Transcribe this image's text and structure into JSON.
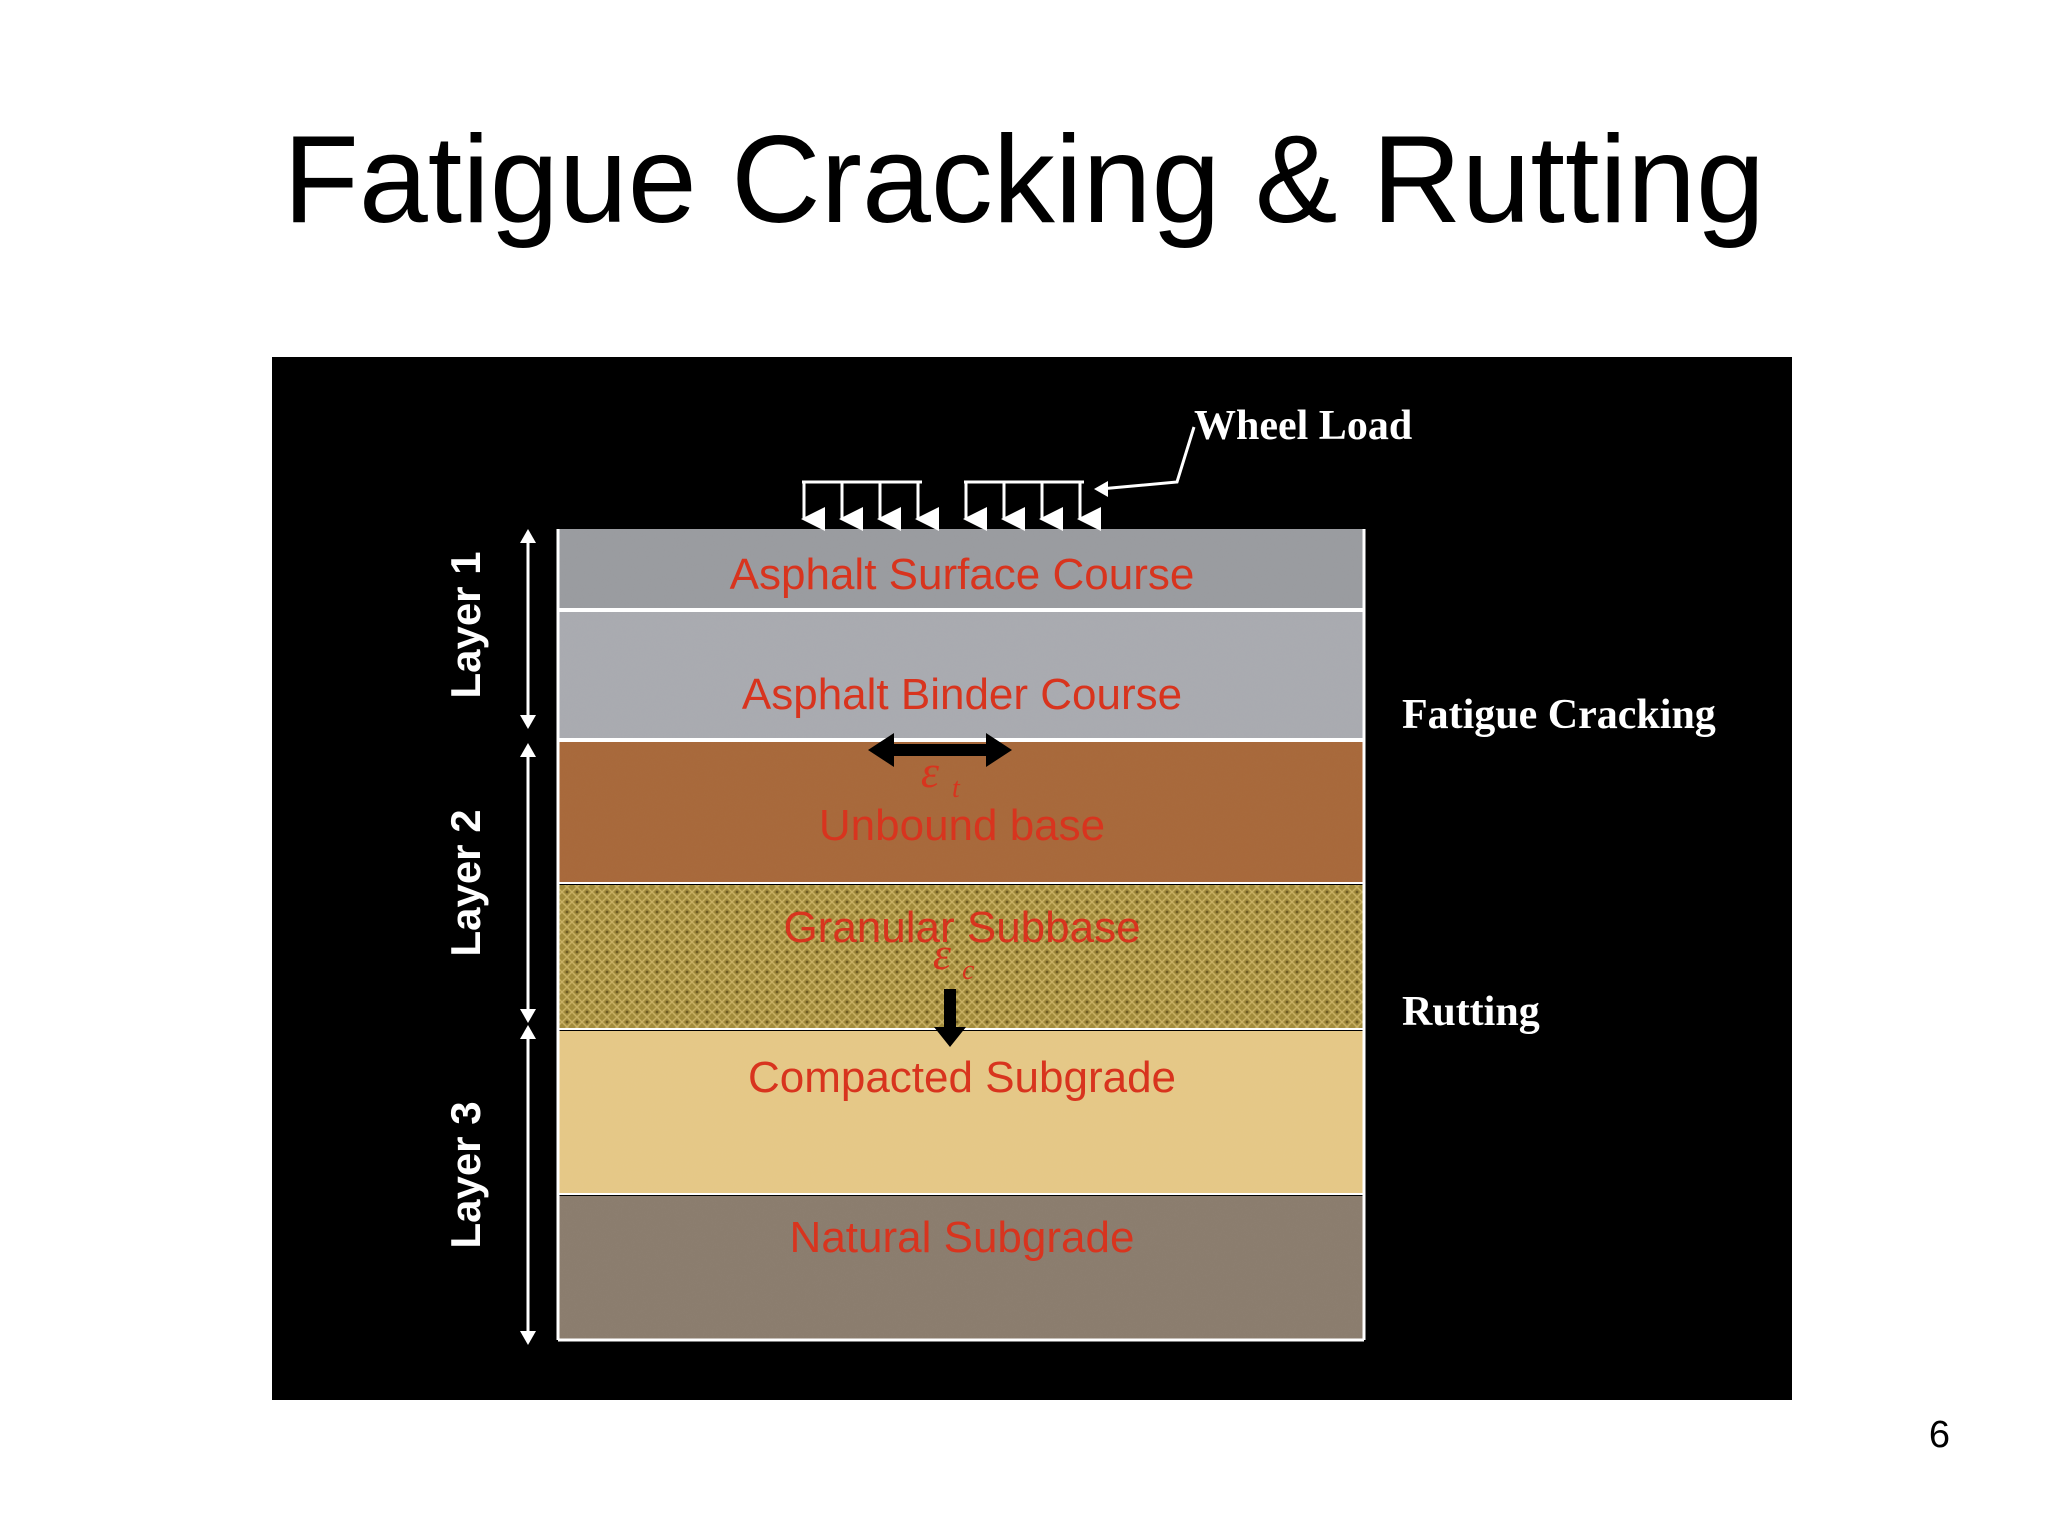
{
  "slide": {
    "title": "Fatigue Cracking & Rutting",
    "page_number": "6"
  },
  "diagram": {
    "wheel_load_label": "Wheel Load",
    "fatigue_label": "Fatigue Cracking",
    "rutting_label": "Rutting",
    "layer_labels": [
      "Layer 1",
      "Layer 2",
      "Layer 3"
    ],
    "strain_symbol": "ε",
    "strain_subscript_tensile": "t",
    "strain_subscript_compressive": "c",
    "strata": [
      {
        "label": "Asphalt Surface Course",
        "color": "#9a9ca0"
      },
      {
        "label": "Asphalt Binder Course",
        "color": "#a9abb0"
      },
      {
        "label": "Unbound base",
        "color": "#a8693a"
      },
      {
        "label": "Granular Subbase",
        "color": "#a28c3c"
      },
      {
        "label": "Compacted Subgrade",
        "color": "#e5c887"
      },
      {
        "label": "Natural Subgrade",
        "color": "#8b7d6e"
      }
    ],
    "colors": {
      "background": "#000000",
      "stratum_text": "#d8341e",
      "annotation_text": "#ffffff"
    }
  }
}
